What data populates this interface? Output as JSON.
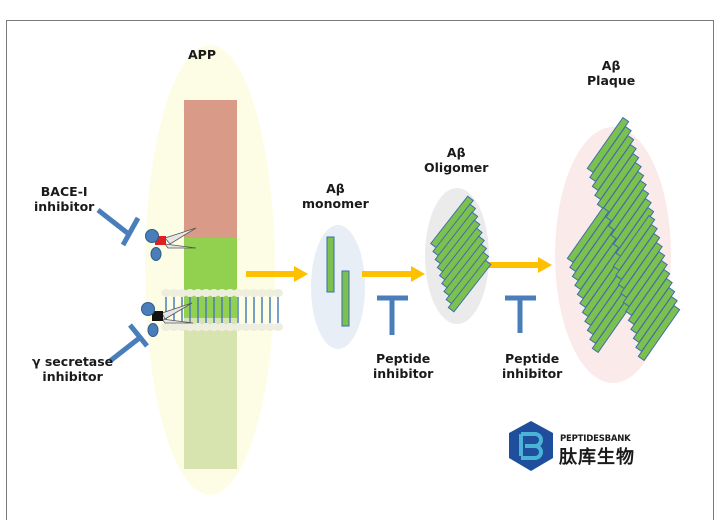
{
  "diagram": {
    "title": "Amyloid-beta aggregation pathway and inhibitor targets",
    "labels": {
      "app": "APP",
      "bace_line1": "BACE-I",
      "bace_line2": "inhibitor",
      "gamma_line1": "γ secretase",
      "gamma_line2": "inhibitor",
      "monomer_line1": "Aβ",
      "monomer_line2": "monomer",
      "oligomer_line1": "Aβ",
      "oligomer_line2": "Oligomer",
      "plaque_line1": "Aβ",
      "plaque_line2": "Plaque",
      "peptide1_line1": "Peptide",
      "peptide1_line2": "inhibitor",
      "peptide2_line1": "Peptide",
      "peptide2_line2": "inhibitor"
    },
    "stages": [
      "APP",
      "Aβ monomer",
      "Aβ Oligomer",
      "Aβ Plaque"
    ],
    "colors": {
      "app_top": "#d99a87",
      "app_mid": "#92d050",
      "app_bottom": "#d8e4b0",
      "app_halo": "#fdfde6",
      "fibril": "#7cc04f",
      "fibril_edge": "#3d6ea8",
      "inhibitor": "#4a7ebb",
      "arrow": "#ffc000",
      "monomer_halo": "#e8eef6",
      "oligomer_halo": "#ebebeb",
      "plaque_halo": "#fbeaea",
      "logo_hex": "#1f4e9c",
      "logo_p": "#49b4d6"
    }
  },
  "logo": {
    "en": "PEPTIDESBANK",
    "cn": "肽库生物"
  }
}
